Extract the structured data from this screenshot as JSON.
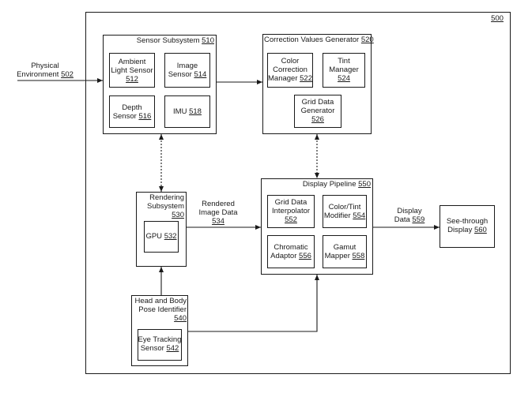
{
  "figure_ref": "500",
  "physical_env": {
    "line1": "Physical",
    "line2": "Environment",
    "num": "502"
  },
  "sensor_subsystem": {
    "title": "Sensor Subsystem",
    "num": "510"
  },
  "ambient_light": {
    "line1": "Ambient",
    "line2": "Light Sensor",
    "num": "512"
  },
  "image_sensor": {
    "line1": "Image",
    "line2": "Sensor",
    "num": "514"
  },
  "depth_sensor": {
    "line1": "Depth",
    "line2": "Sensor",
    "num": "516"
  },
  "imu": {
    "line1": "IMU",
    "num": "518"
  },
  "correction_values": {
    "title": "Correction Values Generator",
    "num": "520"
  },
  "color_correction": {
    "line1": "Color",
    "line2": "Correction",
    "line3": "Manager",
    "num": "522"
  },
  "tint_manager": {
    "line1": "Tint",
    "line2": "Manager",
    "num": "524"
  },
  "grid_data_generator": {
    "line1": "Grid Data",
    "line2": "Generator",
    "num": "526"
  },
  "rendering_subsystem": {
    "line1": "Rendering",
    "line2": "Subsystem",
    "num": "530"
  },
  "gpu": {
    "line1": "GPU",
    "num": "532"
  },
  "rendered_image_data": {
    "line1": "Rendered",
    "line2": "Image Data",
    "num": "534"
  },
  "head_body_pose": {
    "line1": "Head and Body",
    "line2": "Pose Identifier",
    "num": "540"
  },
  "eye_tracking": {
    "line1": "Eye Tracking",
    "line2": "Sensor",
    "num": "542"
  },
  "display_pipeline": {
    "title": "Display Pipeline",
    "num": "550"
  },
  "grid_data_interpolator": {
    "line1": "Grid Data",
    "line2": "Interpolator",
    "num": "552"
  },
  "color_tint_modifier": {
    "line1": "Color/Tint",
    "line2": "Modifier",
    "num": "554"
  },
  "chromatic_adaptor": {
    "line1": "Chromatic",
    "line2": "Adaptor",
    "num": "556"
  },
  "gamut_mapper": {
    "line1": "Gamut",
    "line2": "Mapper",
    "num": "558"
  },
  "display_data": {
    "line1": "Display",
    "line2": "Data",
    "num": "559"
  },
  "see_through_display": {
    "line1": "See-through",
    "line2": "Display",
    "num": "560"
  }
}
